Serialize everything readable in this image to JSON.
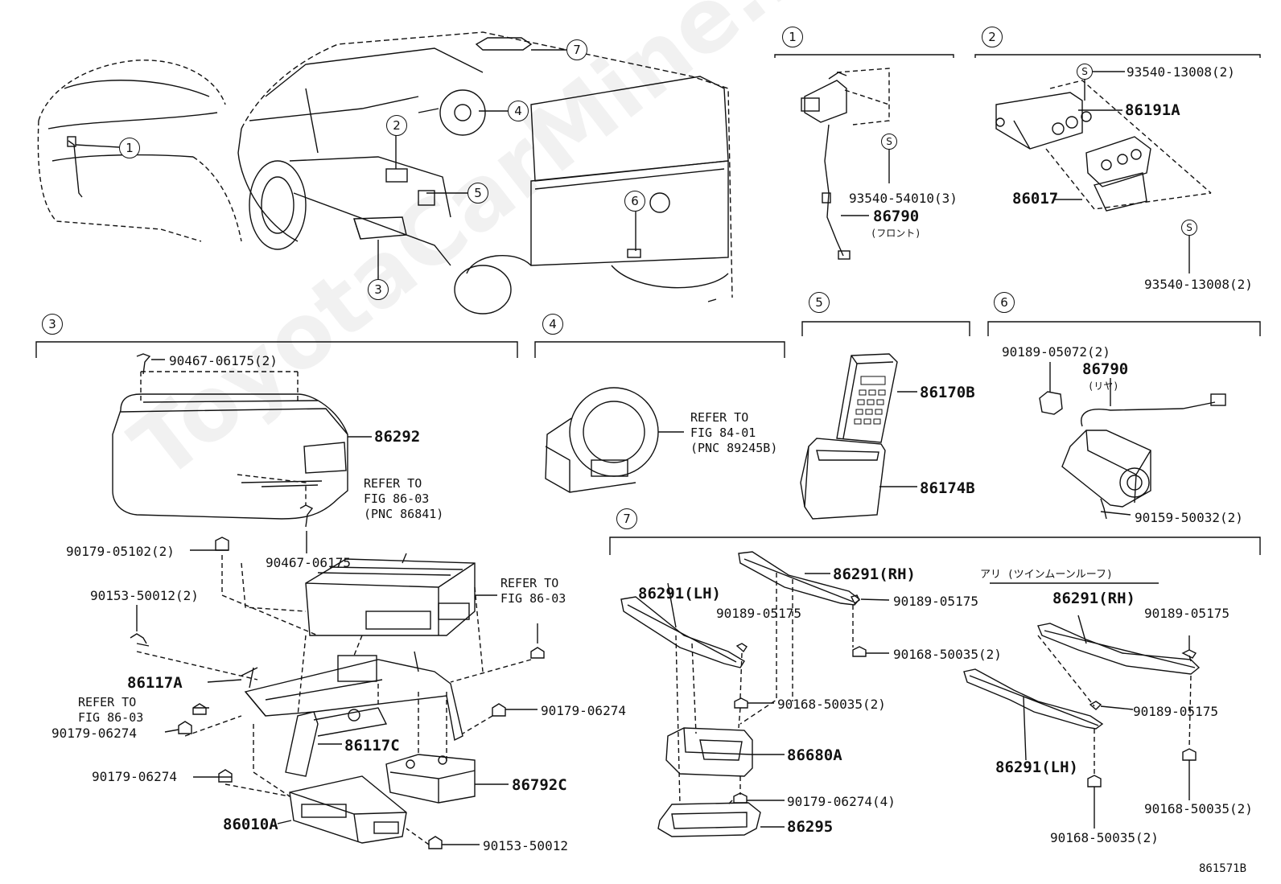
{
  "watermark": "ToyotaCarMine.ru",
  "fig_code": "861571B",
  "overview": {
    "callouts": [
      "1",
      "2",
      "3",
      "4",
      "5",
      "6",
      "7"
    ]
  },
  "sections": [
    "1",
    "2",
    "3",
    "4",
    "5",
    "6",
    "7"
  ],
  "s_mark": "S",
  "s1": {
    "screw": "93540-54010(3)",
    "part": "86790",
    "part_note": "(フロント)"
  },
  "s2": {
    "screw_top": "93540-13008(2)",
    "bracket": "86191A",
    "cover": "86017",
    "screw_bottom": "93540-13008(2)"
  },
  "s3": {
    "clip_top": "90467-06175(2)",
    "cover": "86292",
    "clip": "90467-06175",
    "refer_a": "REFER TO\nFIG 86-03\n(PNC 86841)",
    "refer_b": "REFER TO\nFIG 86-03",
    "refer_c": "REFER TO\nFIG 86-03",
    "nut_a": "90179-05102(2)",
    "bolt_a": "90153-50012(2)",
    "bracket_a": "86117A",
    "nut_b": "90179-06274",
    "nut_c": "90179-06274",
    "nut_d": "90179-06274",
    "bracket_c": "86117C",
    "module_c": "86792C",
    "unit": "86010A",
    "bolt_b": "90153-50012"
  },
  "s4": {
    "refer": "REFER TO\nFIG 84-01\n(PNC 89245B)"
  },
  "s5": {
    "remote": "86170B",
    "holder": "86174B"
  },
  "s6": {
    "grommet": "90189-05072(2)",
    "part": "86790",
    "part_note": "(リヤ)",
    "screw": "90159-50032(2)"
  },
  "s7": {
    "lh": "86291(LH)",
    "rh": "86291(RH)",
    "clip_rh": "90189-05175",
    "clip_lh": "90189-05175",
    "screw_rh": "90168-50035(2)",
    "screw_mid": "90168-50035(2)",
    "display": "86680A",
    "nut": "90179-06274(4)",
    "frame": "86295",
    "variant_title": "アリ (ツインムーンルーフ)",
    "v_rh": "86291(RH)",
    "v_clip_a": "90189-05175",
    "v_clip_b": "90189-05175",
    "v_lh": "86291(LH)",
    "v_screw_a": "90168-50035(2)",
    "v_screw_b": "90168-50035(2)"
  }
}
